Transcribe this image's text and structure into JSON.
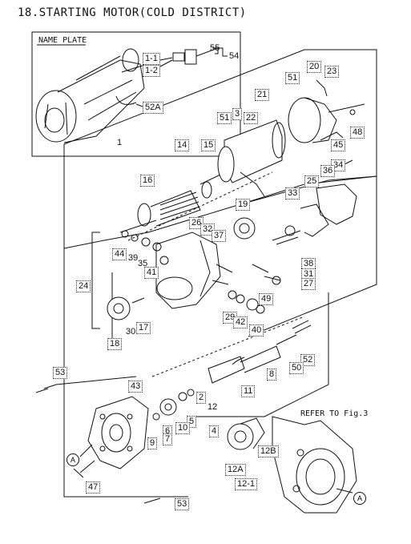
{
  "title": "18.STARTING MOTOR(COLD DISTRICT)",
  "inset": {
    "name_plate": "NAME PLATE",
    "refer": "REFER TO Fig.3"
  },
  "group_marks": {
    "one": "1",
    "twelve": "12"
  },
  "circle_ref": "A",
  "callouts": {
    "c1_1": "1-1",
    "c1_2": "1-2",
    "c55": "55",
    "c54": "54",
    "c52A": "52A",
    "c20": "20",
    "c23": "23",
    "c51a": "51",
    "c21": "21",
    "c51b": "51",
    "c3": "3",
    "c22": "22",
    "c14": "14",
    "c15": "15",
    "c16": "16",
    "c48": "48",
    "c45": "45",
    "c34": "34",
    "c36": "36",
    "c25": "25",
    "c33": "33",
    "c19": "19",
    "c26": "26",
    "c32": "32",
    "c37": "37",
    "c44": "44",
    "c39": "39",
    "c35": "35",
    "c41": "41",
    "c38": "38",
    "c31": "31",
    "c27": "27",
    "c24": "24",
    "c18": "18",
    "c17": "17",
    "c30": "30",
    "c49": "49",
    "c29": "29",
    "c42": "42",
    "c40": "40",
    "c53a": "53",
    "c52": "52",
    "c50": "50",
    "c8": "8",
    "c11": "11",
    "c43": "43",
    "c2": "2",
    "c5": "5",
    "c6": "6",
    "c10": "10",
    "c7": "7",
    "c9": "9",
    "c4": "4",
    "c12B": "12B",
    "c12A": "12A",
    "c12_1": "12-1",
    "c47": "47",
    "c53b": "53"
  }
}
